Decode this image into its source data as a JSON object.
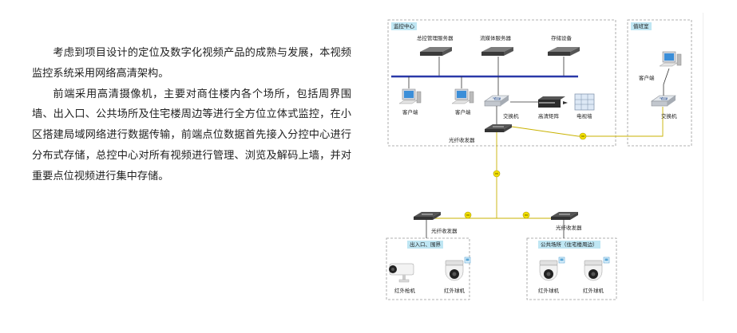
{
  "paragraphs": [
    "考虑到项目设计的定位及数字化视频产品的成熟与发展，本视频监控系统采用网络高清架构。",
    "前端采用高清摄像机，主要对商住楼内各个场所，包括周界围墙、出入口、公共场所及住宅楼周边等进行全方位立体式监控，在小区搭建局域网络进行数据传输，前端点位数据首先接入分控中心进行分布式存储，总控中心对所有视频进行管理、浏览及解码上墙，并对重要点位视频进行集中存储。"
  ],
  "diagram": {
    "zones": {
      "control_center": "监控中心",
      "sub_station": "值班室",
      "entrance": "出入口、围界",
      "public_area": "公共场所（住宅楼周边）"
    },
    "devices": {
      "main_server": "总控管理服务器",
      "stream_server": "流媒体服务器",
      "storage": "存储设备",
      "client1": "客户端",
      "client2": "客户端",
      "switch_center": "交换机",
      "matrix": "高清矩阵",
      "tv_wall": "电视墙",
      "client_sub": "客户端",
      "switch_sub": "交换机",
      "fiber_center": "光纤收发器",
      "fiber_left": "光纤收发器",
      "fiber_right": "光纤收发器",
      "cam_bullet": "红外枪机",
      "cam_dome1": "红外球机",
      "cam_dome2": "红外球机",
      "cam_dome3": "红外球机"
    },
    "colors": {
      "zone_border": "#999999",
      "bus": "#2a39a8",
      "link": "#c9b200",
      "tag_bg": "#bfe6f3"
    }
  }
}
